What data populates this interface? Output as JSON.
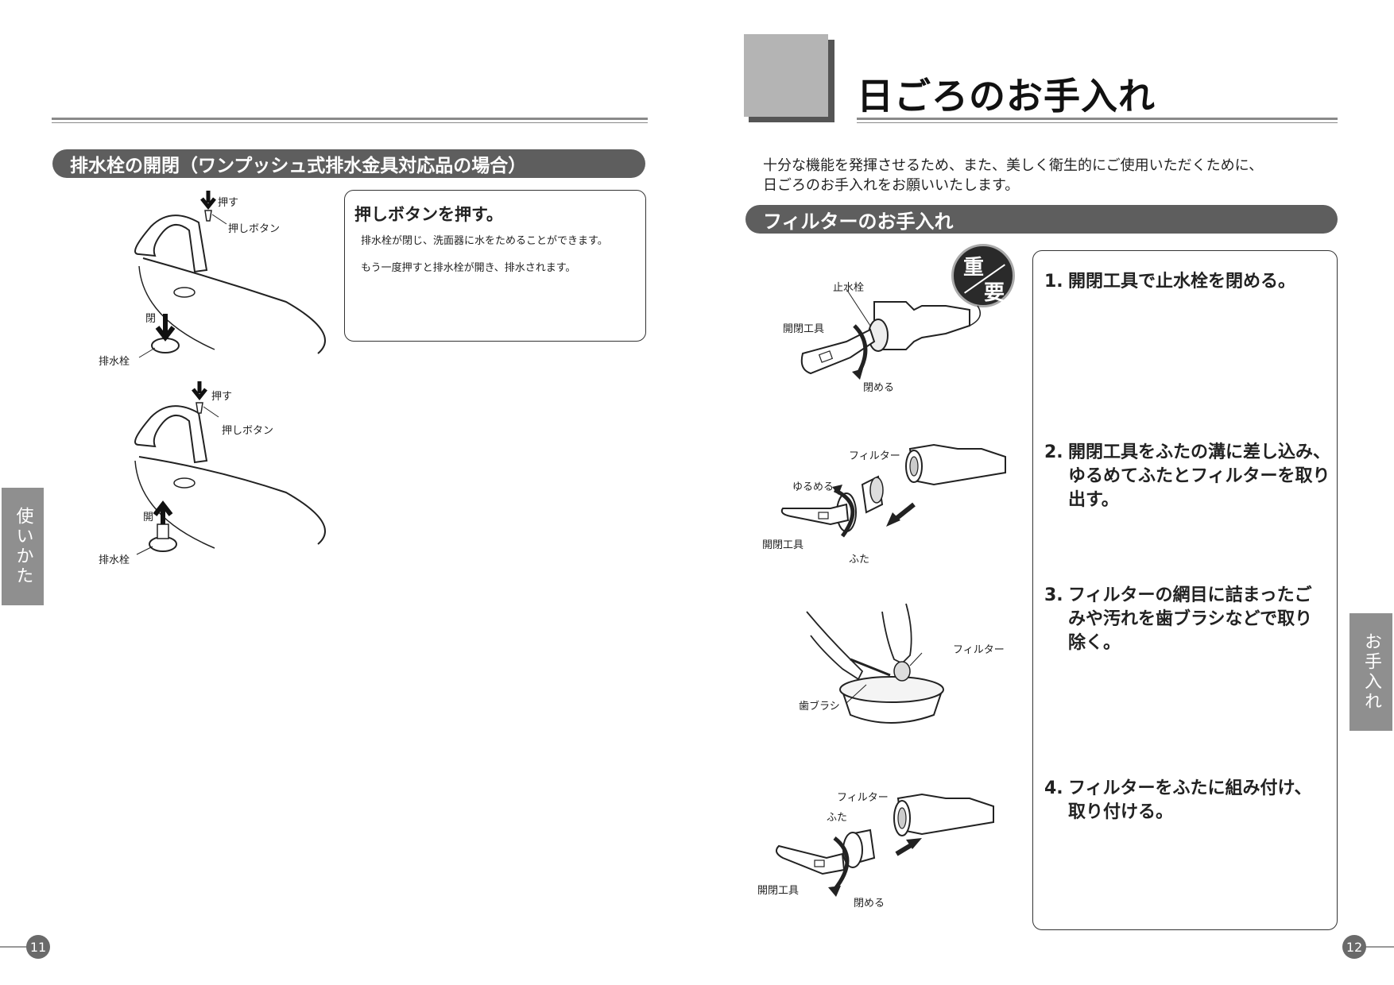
{
  "left_page": {
    "section_title": "排水栓の開閉（ワンプッシュ式排水金具対応品の場合）",
    "instruction_box": {
      "heading": "押しボタンを押す。",
      "lines": [
        "排水栓が閉じ、洗面器に水をためることができます。",
        "もう一度押すと排水栓が開き、排水されます。"
      ]
    },
    "figure_top": {
      "push": "押す",
      "button": "押しボタン",
      "state": "閉",
      "drain": "排水栓"
    },
    "figure_bottom": {
      "push": "押す",
      "button": "押しボタン",
      "state": "開",
      "drain": "排水栓"
    },
    "side_tab": "使いかた",
    "page_number": "11"
  },
  "right_page": {
    "page_title": "日ごろのお手入れ",
    "intro_line1": "十分な機能を発揮させるため、また、美しく衛生的にご使用いただくために、",
    "intro_line2": "日ごろのお手入れをお願いいたします。",
    "section_title": "フィルターのお手入れ",
    "badge": {
      "top": "重",
      "bottom": "要"
    },
    "steps": [
      {
        "num": "1.",
        "lines": [
          "開閉工具で止水栓を閉める。"
        ]
      },
      {
        "num": "2.",
        "lines": [
          "開閉工具をふたの溝に差し込み、",
          "ゆるめてふたとフィルターを取り",
          "出す。"
        ]
      },
      {
        "num": "3.",
        "lines": [
          "フィルターの網目に詰まったご",
          "みや汚れを歯ブラシなどで取り",
          "除く。"
        ]
      },
      {
        "num": "4.",
        "lines": [
          "フィルターをふたに組み付け、",
          "取り付ける。"
        ]
      }
    ],
    "fig1": {
      "valve": "止水栓",
      "tool": "開閉工具",
      "close": "閉める"
    },
    "fig2": {
      "filter": "フィルター",
      "loosen": "ゆるめる",
      "tool": "開閉工具",
      "lid": "ふた"
    },
    "fig3": {
      "filter": "フィルター",
      "brush": "歯ブラシ"
    },
    "fig4": {
      "filter": "フィルター",
      "lid": "ふた",
      "tool": "開閉工具",
      "close": "閉める"
    },
    "side_tab": "お手入れ",
    "page_number": "12"
  }
}
